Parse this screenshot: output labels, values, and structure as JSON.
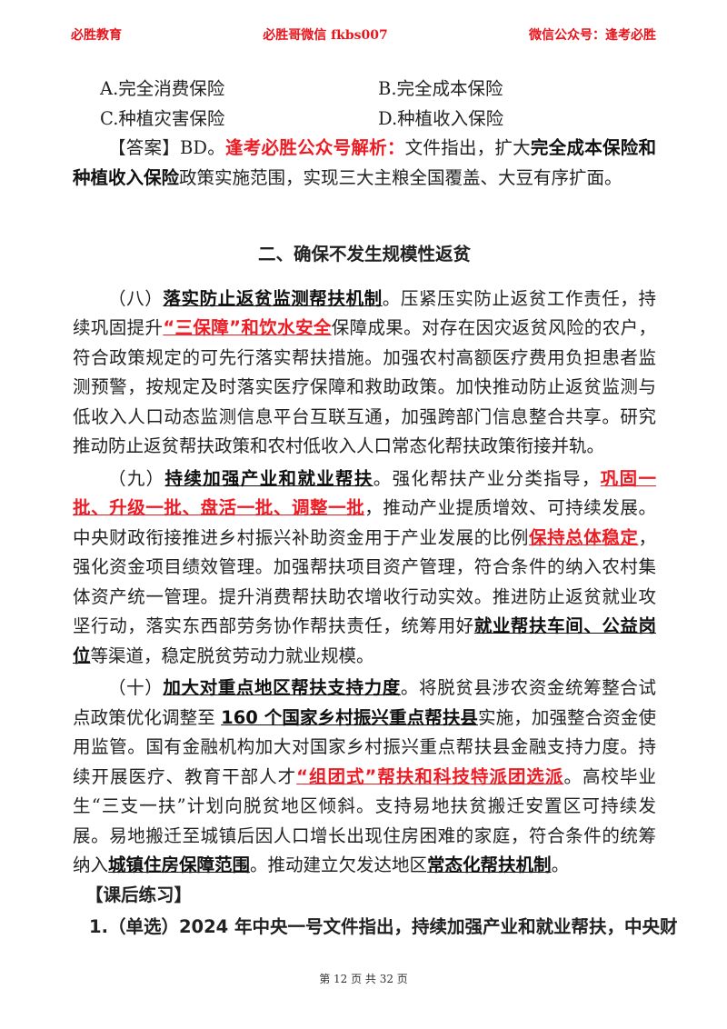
{
  "header": {
    "left": "必胜教育",
    "center": "必胜哥微信 fkbs007",
    "right": "微信公众号：逢考必胜"
  },
  "options": [
    "A.完全消费保险",
    "B.完全成本保险",
    "C.种植灾害保险",
    "D.种植收入保险"
  ],
  "answer": [
    {
      "t": "【答案】BD。",
      "s": "n"
    },
    {
      "t": "逢考必胜公众号解析：",
      "s": "r"
    },
    {
      "t": "文件指出，扩大",
      "s": "n"
    },
    {
      "t": "完全成本保险和种植收入保险",
      "s": "b"
    },
    {
      "t": "政策实施范围，实现三大主粮全国覆盖、大豆有序扩面。",
      "s": "n"
    }
  ],
  "section_heading": "二、确保不发生规模性返贫",
  "paragraphs": [
    [
      {
        "t": "（八）",
        "s": "n"
      },
      {
        "t": "落实防止返贫监测帮扶机制",
        "s": "bu"
      },
      {
        "t": "。压紧压实防止返贫工作责任，持续巩固提升",
        "s": "n"
      },
      {
        "t": "“三保障”和饮水安全",
        "s": "ru"
      },
      {
        "t": "保障成果。对存在因灾返贫风险的农户，符合政策规定的可先行落实帮扶措施。加强农村高额医疗费用负担患者监测预警，按规定及时落实医疗保障和救助政策。加快推动防止返贫监测与低收入人口动态监测信息平台互联互通，加强跨部门信息整合共享。研究推动防止返贫帮扶政策和农村低收入人口常态化帮扶政策衔接并轨。",
        "s": "n"
      }
    ],
    [
      {
        "t": "（九）",
        "s": "n"
      },
      {
        "t": "持续加强产业和就业帮扶",
        "s": "bu"
      },
      {
        "t": "。强化帮扶产业分类指导，",
        "s": "n"
      },
      {
        "t": "巩固一批、升级一批、盘活一批、调整一批",
        "s": "ru"
      },
      {
        "t": "，推动产业提质增效、可持续发展。中央财政衔接推进乡村振兴补助资金用于产业发展的比例",
        "s": "n"
      },
      {
        "t": "保持总体稳定",
        "s": "ru"
      },
      {
        "t": "，强化资金项目绩效管理。加强帮扶项目资产管理，符合条件的纳入农村集体资产统一管理。提升消费帮扶助农增收行动实效。推进防止返贫就业攻坚行动，落实东西部劳务协作帮扶责任，统筹用好",
        "s": "n"
      },
      {
        "t": "就业帮扶车间、公益岗位",
        "s": "bu"
      },
      {
        "t": "等渠道，稳定脱贫劳动力就业规模。",
        "s": "n"
      }
    ],
    [
      {
        "t": "（十）",
        "s": "n"
      },
      {
        "t": "加大对重点地区帮扶支持力度",
        "s": "bu"
      },
      {
        "t": "。将脱贫县涉农资金统筹整合试点政策优化调整至 ",
        "s": "n"
      },
      {
        "t": "160 个国家乡村振兴重点帮扶县",
        "s": "bu"
      },
      {
        "t": "实施，加强整合资金使用监管。国有金融机构加大对国家乡村振兴重点帮扶县金融支持力度。持续开展医疗、教育干部人才",
        "s": "n"
      },
      {
        "t": "“组团式”帮扶和科技特派团选派",
        "s": "ru"
      },
      {
        "t": "。高校毕业生“三支一扶”计划向脱贫地区倾斜。支持易地扶贫搬迁安置区可持续发展。易地搬迁至城镇后因人口增长出现住房困难的家庭，符合条件的统筹纳入",
        "s": "n"
      },
      {
        "t": "城镇住房保障范围",
        "s": "bu"
      },
      {
        "t": "。推动建立欠发达地区",
        "s": "n"
      },
      {
        "t": "常态化帮扶机制",
        "s": "bu"
      },
      {
        "t": "。",
        "s": "n"
      }
    ]
  ],
  "exercise_heading": "【课后练习】",
  "question": "1.（单选）2024 年中央一号文件指出，持续加强产业和就业帮扶，中央财",
  "footer": "第 12 页 共 32 页",
  "colors": {
    "accent_red": "#ee1c24"
  }
}
